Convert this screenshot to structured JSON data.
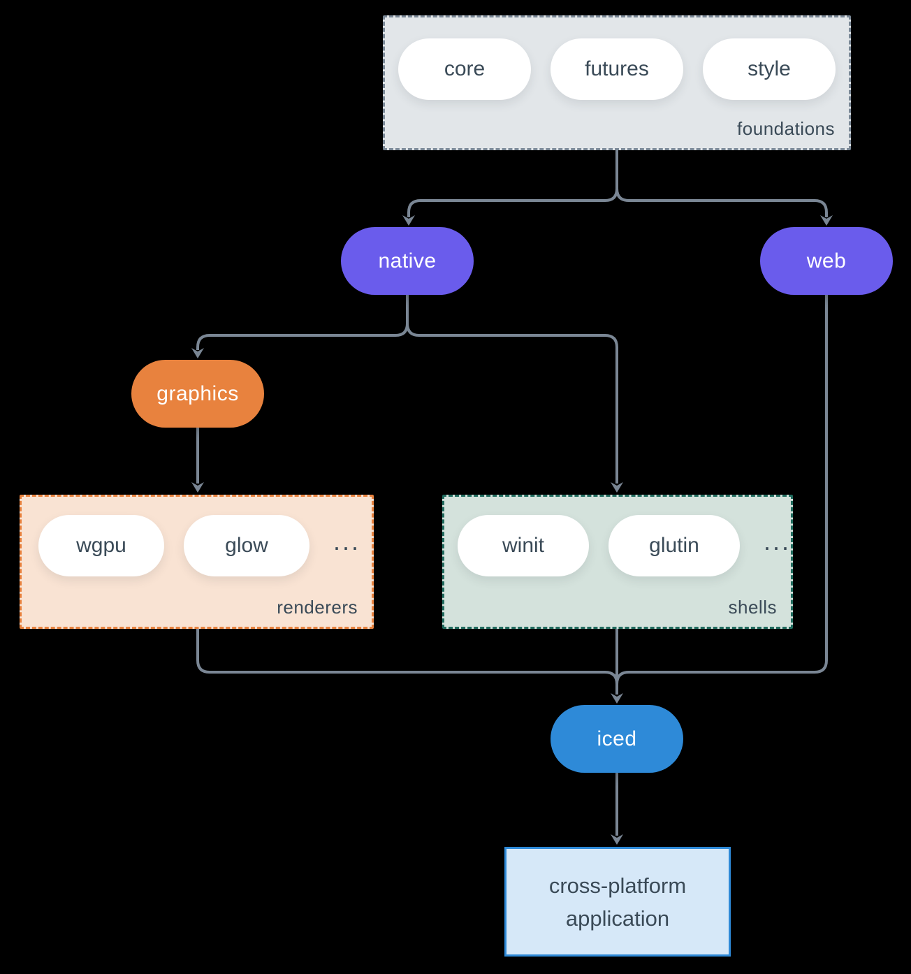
{
  "palette": {
    "background": "#000000",
    "arrow": "#7a8694",
    "text_dark": "#3a4a57",
    "pill_white": "#ffffff",
    "purple_node": "#6a5cec",
    "orange_node": "#e8823e",
    "blue_node": "#2e8ad8",
    "foundations_bg": "#e2e6e9",
    "foundations_border": "#7a8896",
    "renderers_bg": "#f9e3d3",
    "renderers_border": "#e8823e",
    "shells_bg": "#d4e2dc",
    "shells_border": "#206b5e",
    "application_bg": "#d6e8f8",
    "application_border": "#2e8ad8"
  },
  "groups": {
    "foundations": {
      "label": "foundations",
      "pills": [
        "core",
        "futures",
        "style"
      ]
    },
    "renderers": {
      "label": "renderers",
      "pills": [
        "wgpu",
        "glow"
      ],
      "ellipsis": "..."
    },
    "shells": {
      "label": "shells",
      "pills": [
        "winit",
        "glutin"
      ],
      "ellipsis": "..."
    }
  },
  "nodes": {
    "native": "native",
    "web": "web",
    "graphics": "graphics",
    "iced": "iced",
    "application": "cross-platform application"
  }
}
